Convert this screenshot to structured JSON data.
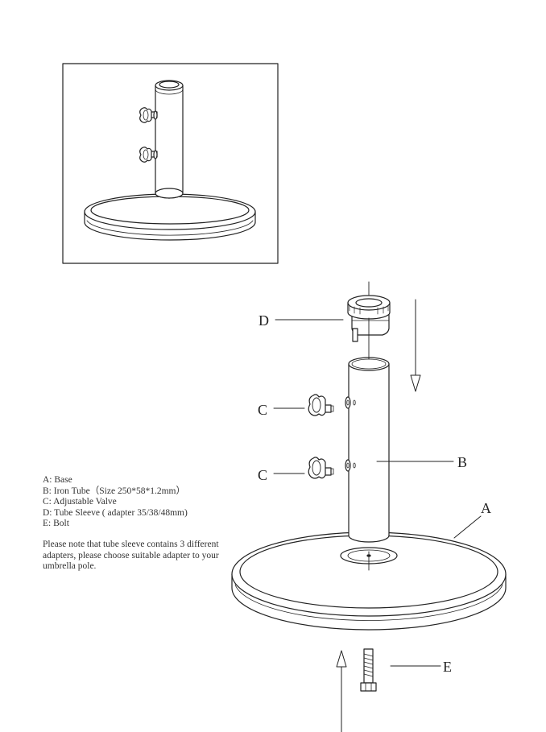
{
  "parts": [
    {
      "key": "A",
      "text": "A: Base"
    },
    {
      "key": "B",
      "text": "B: Iron Tube（Size 250*58*1.2mm）"
    },
    {
      "key": "C",
      "text": "C:   Adjustable Valve"
    },
    {
      "key": "D",
      "text": "D:   Tube Sleeve ( adapter 35/38/48mm)"
    },
    {
      "key": "E",
      "text": "E:   Bolt"
    }
  ],
  "note": "Please note that tube sleeve contains 3 different adapters, please choose suitable adapter to your umbrella pole.",
  "callouts": {
    "a": "A",
    "b": "B",
    "c_upper": "C",
    "c_lower": "C",
    "d": "D",
    "e": "E"
  }
}
